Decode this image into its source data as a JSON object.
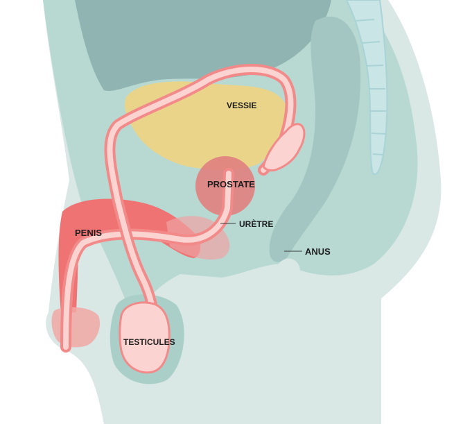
{
  "labels": {
    "bladder": "VESSIE",
    "prostate": "PROSTATE",
    "urethra": "URÈTRE",
    "penis": "PENIS",
    "anus": "ANUS",
    "testicles": "TESTICULES"
  },
  "colors": {
    "body_outer": "#d9e7e5",
    "body_inner": "#b7d9d2",
    "pelvis_dark": "#8fb4b1",
    "spine": "#c9e5e6",
    "bladder": "#ead48a",
    "prostate": "#e07f80",
    "duct_outline": "#f28a8a",
    "duct_fill": "#fbd3d0",
    "penis": "#ef7373",
    "label_text": "#1e1e1e",
    "leader_line": "#3a3a3a"
  }
}
